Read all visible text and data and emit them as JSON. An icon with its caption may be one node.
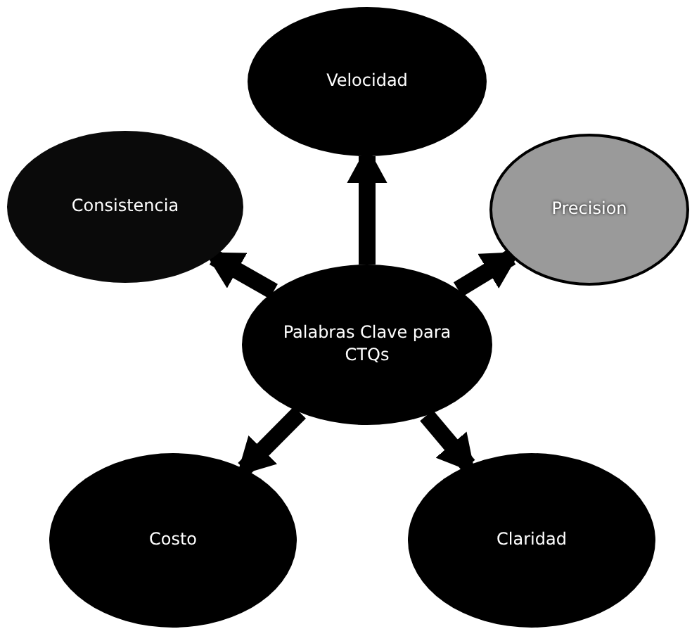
{
  "diagram": {
    "nodes": [
      {
        "text": [
          "Palabras Clave para CTQs"
        ]
      },
      {
        "text": [
          "Velocidad"
        ]
      },
      {
        "text": [
          "Consistencia"
        ]
      },
      {
        "text": [
          "Precision"
        ]
      },
      {
        "text": [
          "Costo"
        ]
      },
      {
        "text": [
          "Claridad"
        ]
      }
    ],
    "edges": [
      {
        "from": 0,
        "to": 1,
        "arrow": "to"
      },
      {
        "from": 0,
        "to": 2,
        "arrow": "to"
      },
      {
        "from": 0,
        "to": 3,
        "arrow": "to"
      },
      {
        "from": 0,
        "to": 4,
        "arrow": "to"
      },
      {
        "from": 0,
        "to": 5,
        "arrow": "to"
      }
    ]
  }
}
